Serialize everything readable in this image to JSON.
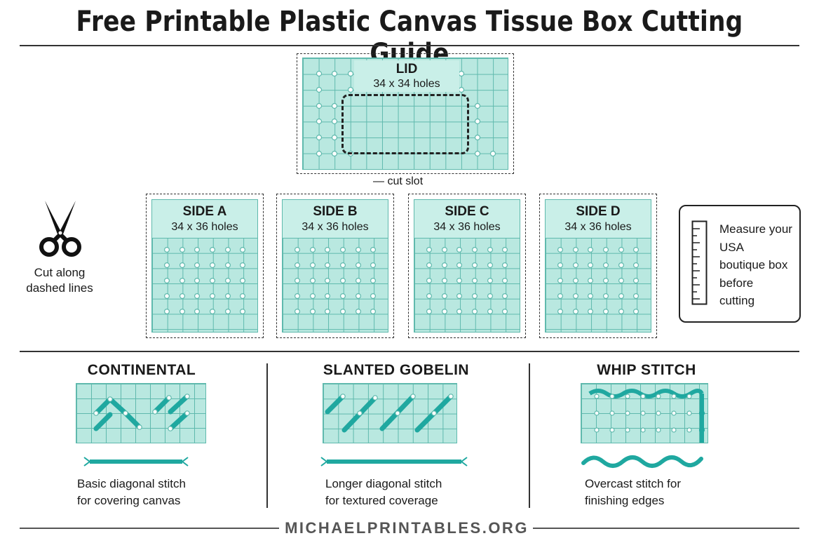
{
  "title": "Free Printable Plastic Canvas Tissue Box Cutting Guide",
  "lid": {
    "name": "LID",
    "size": "34 x 34 holes",
    "slot_label": "— cut slot"
  },
  "sides": [
    {
      "name": "SIDE A",
      "size": "34 x 36 holes"
    },
    {
      "name": "SIDE B",
      "size": "34 x 36 holes"
    },
    {
      "name": "SIDE C",
      "size": "34 x 36 holes"
    },
    {
      "name": "SIDE D",
      "size": "34 x 36 holes"
    }
  ],
  "scissors": {
    "icon": "scissors-icon",
    "note_line1": "Cut along",
    "note_line2": "dashed lines"
  },
  "measure": {
    "icon": "ruler-icon",
    "lines": [
      "Measure your",
      "USA",
      "boutique box",
      "before",
      "cutting"
    ]
  },
  "stitches": [
    {
      "name": "CONTINENTAL",
      "desc_line1": "Basic diagonal stitch",
      "desc_line2": "for covering canvas"
    },
    {
      "name": "SLANTED GOBELIN",
      "desc_line1": "Longer diagonal stitch",
      "desc_line2": "for textured coverage"
    },
    {
      "name": "WHIP STITCH",
      "desc_line1": "Overcast stitch for",
      "desc_line2": "finishing edges"
    }
  ],
  "colors": {
    "canvas": "#b9e8e0",
    "grid": "#5fb9ad",
    "yarn": "#1fa8a0",
    "ink": "#1a1a1a"
  },
  "footer": "MICHAELPRINTABLES.ORG"
}
